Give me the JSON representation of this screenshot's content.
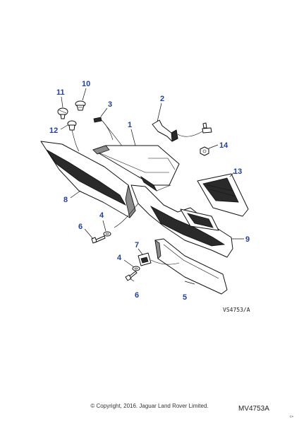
{
  "callouts": [
    {
      "id": "callout-11",
      "text": "11"
    },
    {
      "id": "callout-10",
      "text": "10"
    },
    {
      "id": "callout-3",
      "text": "3"
    },
    {
      "id": "callout-2",
      "text": "2"
    },
    {
      "id": "callout-1",
      "text": "1"
    },
    {
      "id": "callout-12",
      "text": "12"
    },
    {
      "id": "callout-14",
      "text": "14"
    },
    {
      "id": "callout-13",
      "text": "13"
    },
    {
      "id": "callout-8",
      "text": "8"
    },
    {
      "id": "callout-4a",
      "text": "4"
    },
    {
      "id": "callout-6a",
      "text": "6"
    },
    {
      "id": "callout-9",
      "text": "9"
    },
    {
      "id": "callout-7",
      "text": "7"
    },
    {
      "id": "callout-4b",
      "text": "4"
    },
    {
      "id": "callout-6b",
      "text": "6"
    },
    {
      "id": "callout-5",
      "text": "5"
    }
  ],
  "drawing_ref": "VS4753/A",
  "diagram_code": "MV4753A",
  "copyright": "© Copyright, 2016. Jaguar Land Rover Limited.",
  "corner_mark": "c+"
}
